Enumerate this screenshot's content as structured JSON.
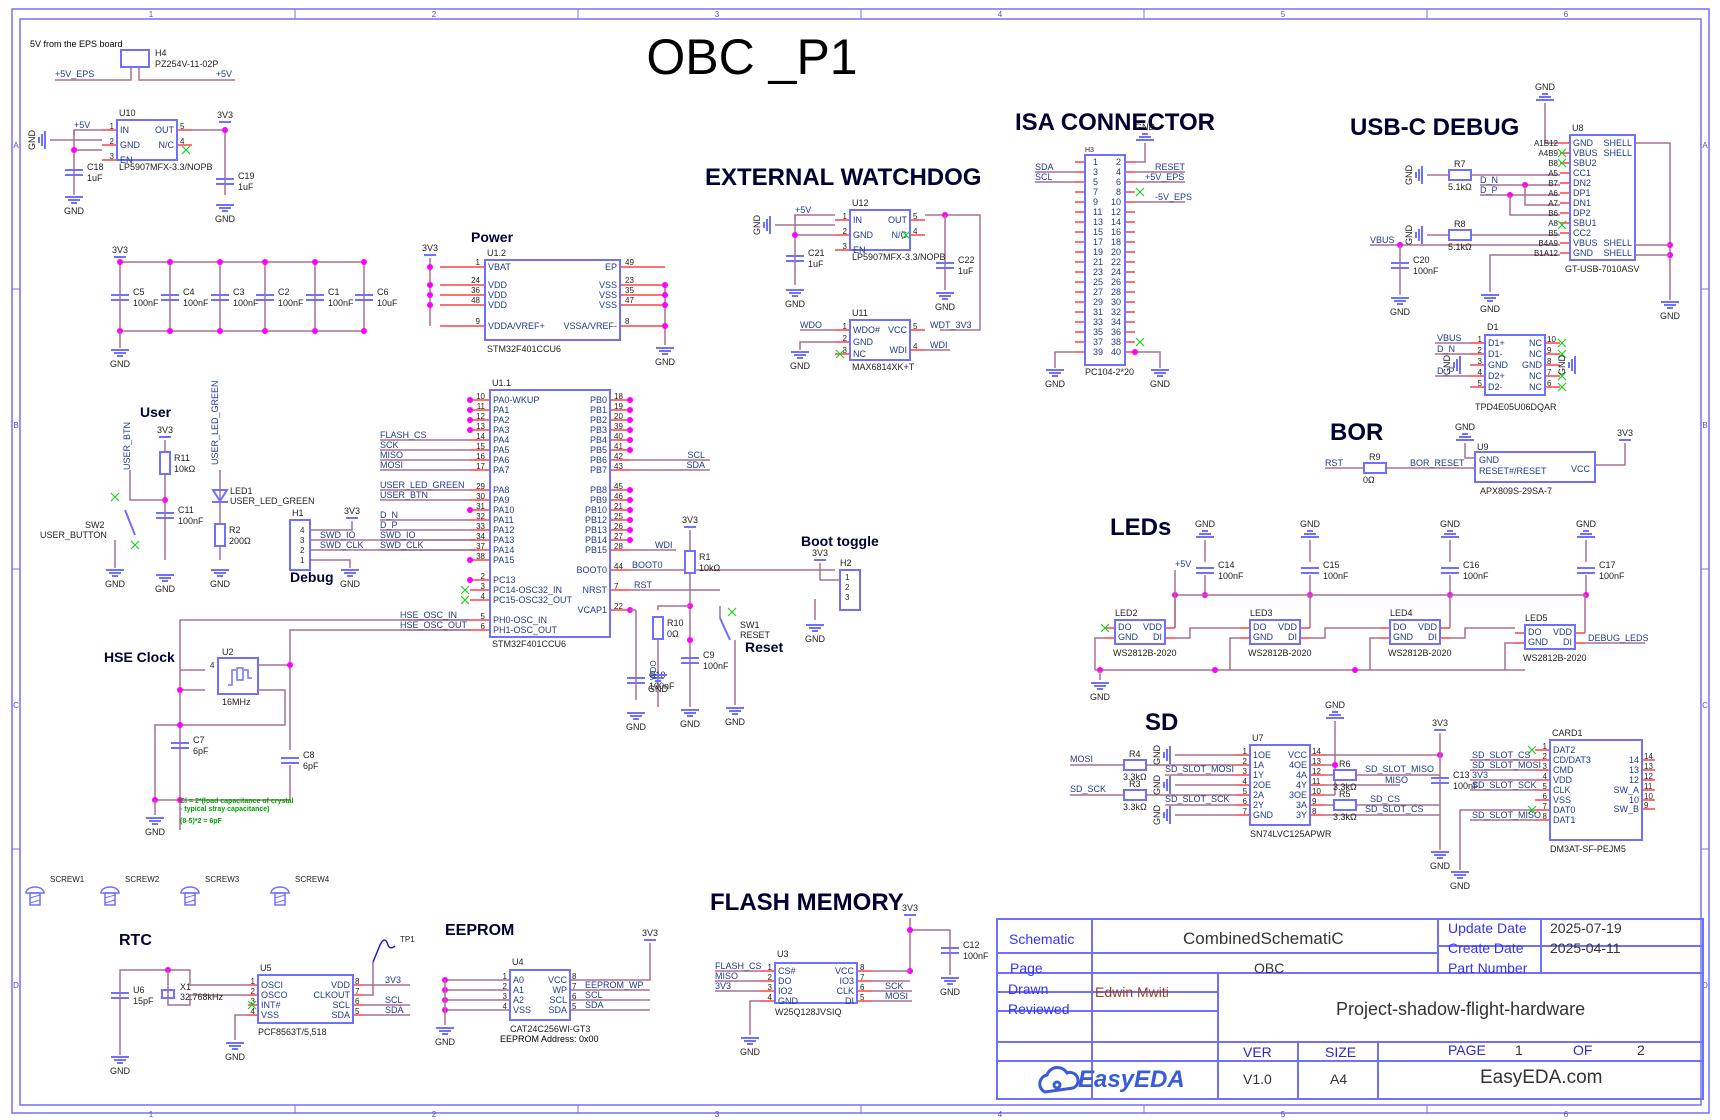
{
  "sheet": {
    "title": "OBC _P1",
    "col_markers": [
      "1",
      "2",
      "3",
      "4",
      "5",
      "6"
    ],
    "row_markers": [
      "A",
      "B",
      "C",
      "D"
    ],
    "colors": {
      "frame": "#7070ff",
      "wire": "#a87090",
      "pin": "#ff7070",
      "junction": "#ff00ff",
      "net_label": "#1f3a8a",
      "heading": "#000033",
      "note": "#00a000",
      "nc": "#22cc22"
    }
  },
  "sections": {
    "power_input": {
      "note": "5V from the EPS board",
      "connector_ref": "H4",
      "connector_part": "PZ254V-11-02P",
      "net_left": "+5V_EPS",
      "net_right": "+5V"
    },
    "ldo_main": {
      "ref": "U10",
      "part": "LP5907MFX-3.3/NOPB",
      "pins": [
        "IN",
        "GND",
        "EN",
        "OUT",
        "N/C"
      ],
      "in_net": "+5V",
      "out_net": "3V3",
      "caps": [
        {
          "ref": "C18",
          "value": "1uF"
        },
        {
          "ref": "C19",
          "value": "1uF"
        }
      ]
    },
    "decoupling": {
      "net": "3V3",
      "caps": [
        {
          "ref": "C5",
          "value": "100nF"
        },
        {
          "ref": "C4",
          "value": "100nF"
        },
        {
          "ref": "C3",
          "value": "100nF"
        },
        {
          "ref": "C2",
          "value": "100nF"
        },
        {
          "ref": "C1",
          "value": "100nF"
        },
        {
          "ref": "C6",
          "value": "10uF"
        }
      ]
    },
    "power": {
      "heading": "Power",
      "ref": "U1.2",
      "part": "STM32F401CCU6",
      "net": "3V3",
      "left_pins": [
        {
          "num": "1",
          "name": "VBAT"
        },
        {
          "num": "24",
          "name": "VDD"
        },
        {
          "num": "36",
          "name": "VDD"
        },
        {
          "num": "48",
          "name": "VDD"
        },
        {
          "num": "9",
          "name": "VDDA/VREF+"
        }
      ],
      "right_pins": [
        {
          "num": "49",
          "name": "EP"
        },
        {
          "num": "23",
          "name": "VSS"
        },
        {
          "num": "35",
          "name": "VSS"
        },
        {
          "num": "47",
          "name": "VSS"
        },
        {
          "num": "8",
          "name": "VSSA/VREF-"
        }
      ]
    },
    "mcu": {
      "ref": "U1.1",
      "part": "STM32F401CCU6",
      "left_pins": [
        {
          "num": "10",
          "name": "PA0-WKUP",
          "net": ""
        },
        {
          "num": "11",
          "name": "PA1",
          "net": ""
        },
        {
          "num": "12",
          "name": "PA2",
          "net": ""
        },
        {
          "num": "13",
          "name": "PA3",
          "net": ""
        },
        {
          "num": "14",
          "name": "PA4",
          "net": "FLASH_CS"
        },
        {
          "num": "15",
          "name": "PA5",
          "net": "SCK"
        },
        {
          "num": "16",
          "name": "PA6",
          "net": "MISO"
        },
        {
          "num": "17",
          "name": "PA7",
          "net": "MOSI"
        },
        {
          "num": "29",
          "name": "PA8",
          "net": "USER_LED_GREEN"
        },
        {
          "num": "30",
          "name": "PA9",
          "net": "USER_BTN"
        },
        {
          "num": "31",
          "name": "PA10",
          "net": ""
        },
        {
          "num": "32",
          "name": "PA11",
          "net": "D_N"
        },
        {
          "num": "33",
          "name": "PA12",
          "net": "D_P"
        },
        {
          "num": "34",
          "name": "PA13",
          "net": "SWD_IO"
        },
        {
          "num": "37",
          "name": "PA14",
          "net": "SWD_CLK"
        },
        {
          "num": "38",
          "name": "PA15",
          "net": ""
        },
        {
          "num": "2",
          "name": "PC13",
          "net": ""
        },
        {
          "num": "3",
          "name": "PC14-OSC32_IN",
          "net": ""
        },
        {
          "num": "4",
          "name": "PC15-OSC32_OUT",
          "net": ""
        },
        {
          "num": "5",
          "name": "PH0-OSC_IN",
          "net": "HSE_OSC_IN"
        },
        {
          "num": "6",
          "name": "PH1-OSC_OUT",
          "net": "HSE_OSC_OUT"
        }
      ],
      "right_pins": [
        {
          "num": "18",
          "name": "PB0",
          "net": ""
        },
        {
          "num": "19",
          "name": "PB1",
          "net": ""
        },
        {
          "num": "20",
          "name": "PB2",
          "net": ""
        },
        {
          "num": "39",
          "name": "PB3",
          "net": ""
        },
        {
          "num": "40",
          "name": "PB4",
          "net": ""
        },
        {
          "num": "41",
          "name": "PB5",
          "net": ""
        },
        {
          "num": "42",
          "name": "PB6",
          "net": "SCL"
        },
        {
          "num": "43",
          "name": "PB7",
          "net": "SDA"
        },
        {
          "num": "45",
          "name": "PB8",
          "net": ""
        },
        {
          "num": "46",
          "name": "PB9",
          "net": ""
        },
        {
          "num": "21",
          "name": "PB10",
          "net": ""
        },
        {
          "num": "25",
          "name": "PB12",
          "net": ""
        },
        {
          "num": "26",
          "name": "PB13",
          "net": ""
        },
        {
          "num": "27",
          "name": "PB14",
          "net": ""
        },
        {
          "num": "28",
          "name": "PB15",
          "net": "WDI"
        },
        {
          "num": "44",
          "name": "BOOT0",
          "net": "BOOT0"
        },
        {
          "num": "7",
          "name": "NRST",
          "net": "RST"
        },
        {
          "num": "22",
          "name": "VCAP1",
          "net": ""
        }
      ]
    },
    "user": {
      "heading": "User",
      "switch_ref": "SW2",
      "switch_name": "USER_BUTTON",
      "net_btn": "USER_BTN",
      "net_led": "USER_LED_GREEN",
      "r11": {
        "ref": "R11",
        "value": "10kΩ"
      },
      "c11": {
        "ref": "C11",
        "value": "100nF"
      },
      "led": {
        "ref": "LED1",
        "name": "USER_LED_GREEN"
      },
      "r2": {
        "ref": "R2",
        "value": "200Ω"
      },
      "supply": "3V3"
    },
    "debug": {
      "heading": "Debug",
      "ref": "H1",
      "nets": [
        "SWD_IO",
        "SWD_CLK"
      ],
      "supply": "3V3"
    },
    "boot": {
      "heading": "Boot toggle",
      "ref": "H2",
      "supply": "3V3",
      "net": "BOOT0"
    },
    "reset": {
      "heading": "Reset",
      "r1": {
        "ref": "R1",
        "value": "10kΩ"
      },
      "r10": {
        "ref": "R10",
        "value": "0Ω"
      },
      "c9": {
        "ref": "C9",
        "value": "100nF"
      },
      "c10": {
        "ref": "C10",
        "value": "100nF"
      },
      "switch_ref": "SW1",
      "switch_name": "RESET",
      "net": "RST",
      "wdo": "WDO",
      "supply": "3V3"
    },
    "hse": {
      "heading": "HSE Clock",
      "ref": "U2",
      "freq": "16MHz",
      "c7": {
        "ref": "C7",
        "value": "6pF"
      },
      "c8": {
        "ref": "C8",
        "value": "6pF"
      },
      "note1": "Cl = 2*(load capacitance of crystal",
      "note2": " - typical stray capacitance)",
      "note3": "(8-5)*2 = 6pF"
    },
    "watchdog": {
      "heading": "EXTERNAL WATCHDOG",
      "ldo_ref": "U12",
      "ldo_part": "LP5907MFX-3.3/NOPB",
      "in_net": "+5V",
      "c21": {
        "ref": "C21",
        "value": "1uF"
      },
      "c22": {
        "ref": "C22",
        "value": "1uF"
      },
      "wd_ref": "U11",
      "wd_part": "MAX6814XK+T",
      "wd_pins": [
        "WDO#",
        "GND",
        "NC",
        "VCC",
        "WDI"
      ],
      "nets": [
        "WDO",
        "WDT_3V3",
        "WDI"
      ]
    },
    "isa": {
      "heading": "ISA CONNECTOR",
      "ref": "H3",
      "part": "PC104-2*20",
      "nets_left": [
        "SDA",
        "SCL"
      ],
      "nets_right": [
        "RESET",
        "+5V_EPS",
        "-5V_EPS"
      ]
    },
    "usbc": {
      "heading": "USB-C DEBUG",
      "ref": "U8",
      "part": "GT-USB-7010ASV",
      "r7": {
        "ref": "R7",
        "value": "5.1kΩ"
      },
      "r8": {
        "ref": "R8",
        "value": "5.1kΩ"
      },
      "c20": {
        "ref": "C20",
        "value": "100nF"
      },
      "nets": [
        "D_N",
        "D_P",
        "VBUS"
      ],
      "pins": [
        "GND",
        "VBUS",
        "SBU2",
        "CC1",
        "DN2",
        "DP1",
        "DN1",
        "DP2",
        "SBU1",
        "CC2",
        "VBUS",
        "GND"
      ],
      "shell": [
        "SHELL",
        "SHELL",
        "SHELL",
        "SHELL"
      ],
      "pin_numbers": [
        "A1B12",
        "A4B9",
        "B8",
        "A5",
        "B7",
        "A6",
        "A7",
        "B6",
        "A8",
        "B5",
        "B4A9",
        "B1A12"
      ]
    },
    "tvs": {
      "ref": "D1",
      "part": "TPD4E05U06DQAR",
      "left_pins": [
        "D1+",
        "D1-",
        "GND",
        "D2+",
        "D2-"
      ],
      "right_pins": [
        "NC",
        "NC",
        "GND",
        "NC",
        "NC"
      ],
      "nets": [
        "VBUS",
        "D_N",
        "D_P"
      ]
    },
    "bor": {
      "heading": "BOR",
      "ref": "U9",
      "part": "APX809S-29SA-7",
      "r9": {
        "ref": "R9",
        "value": "0Ω"
      },
      "nets": [
        "RST",
        "BOR_RESET"
      ],
      "pins": [
        "GND",
        "RESET#/RESET",
        "VCC"
      ],
      "supply": "3V3"
    },
    "leds": {
      "heading": "LEDs",
      "supply": "+5V",
      "caps": [
        {
          "ref": "C14",
          "value": "100nF"
        },
        {
          "ref": "C15",
          "value": "100nF"
        },
        {
          "ref": "C16",
          "value": "100nF"
        },
        {
          "ref": "C17",
          "value": "100nF"
        }
      ],
      "parts": [
        {
          "ref": "LED2",
          "part": "WS2812B-2020"
        },
        {
          "ref": "LED3",
          "part": "WS2812B-2020"
        },
        {
          "ref": "LED4",
          "part": "WS2812B-2020"
        },
        {
          "ref": "LED5",
          "part": "WS2812B-2020"
        }
      ],
      "pins": [
        "DO",
        "GND",
        "VDD",
        "DI"
      ],
      "net": "DEBUG_LEDS"
    },
    "sd": {
      "heading": "SD",
      "buffer_ref": "U7",
      "buffer_part": "SN74LVC125APWR",
      "buffer_left": [
        "1OE",
        "1A",
        "1Y",
        "2OE",
        "2A",
        "2Y",
        "GND"
      ],
      "buffer_right": [
        "VCC",
        "4OE",
        "4A",
        "4Y",
        "3OE",
        "3A",
        "3Y"
      ],
      "r4": {
        "ref": "R4",
        "value": "3.3kΩ"
      },
      "r3": {
        "ref": "R3",
        "value": "3.3kΩ"
      },
      "r6": {
        "ref": "R6",
        "value": "3.3kΩ"
      },
      "r5": {
        "ref": "R5",
        "value": "3.3kΩ"
      },
      "c13": {
        "ref": "C13",
        "value": "100nF"
      },
      "nets": [
        "MOSI",
        "SD_SCK",
        "SD_SLOT_MOSI",
        "SD_SLOT_SCK",
        "SD_SLOT_MISO",
        "MISO",
        "SD_CS",
        "SD_SLOT_CS"
      ],
      "card_ref": "CARD1",
      "card_part": "DM3AT-SF-PEJM5",
      "card_left": [
        "DAT2",
        "CD/DAT3",
        "CMD",
        "VDD",
        "CLK",
        "VSS",
        "DAT0",
        "DAT1"
      ],
      "card_right": [
        "14",
        "13",
        "12",
        "SW_A",
        "10",
        "SW_B"
      ],
      "card_nets": [
        "SD_SLOT_CS",
        "SD_SLOT_MOSI",
        "3V3",
        "SD_SLOT_SCK",
        "SD_SLOT_MISO"
      ],
      "supply": "3V3"
    },
    "screws": [
      "SCREW1",
      "SCREW2",
      "SCREW3",
      "SCREW4"
    ],
    "rtc": {
      "heading": "RTC",
      "ref": "U5",
      "part": "PCF8563T/5,518",
      "crystal": {
        "ref": "X1",
        "value": "32.768kHz"
      },
      "cap": {
        "ref": "U6",
        "value": "15pF"
      },
      "tp": "TP1",
      "pins_left": [
        "OSCI",
        "OSCO",
        "INT#",
        "VSS"
      ],
      "pins_right": [
        "VDD",
        "CLKOUT",
        "SCL",
        "SDA"
      ],
      "nets": [
        "3V3",
        "SCL",
        "SDA"
      ]
    },
    "eeprom": {
      "heading": "EEPROM",
      "ref": "U4",
      "part": "CAT24C256WI-GT3",
      "address": "EEPROM Address: 0x00",
      "pins_left": [
        "A0",
        "A1",
        "A2",
        "VSS"
      ],
      "pins_right": [
        "VCC",
        "WP",
        "SCL",
        "SDA"
      ],
      "nets": [
        "EEPROM_WP",
        "SCL",
        "SDA"
      ],
      "supply": "3V3"
    },
    "flash": {
      "heading": "FLASH MEMORY",
      "ref": "U3",
      "part": "W25Q128JVSIQ",
      "pins_left": [
        "CS#",
        "DO",
        "IO2",
        "GND"
      ],
      "pins_right": [
        "VCC",
        "IO3",
        "CLK",
        "DI"
      ],
      "nets_left": [
        "FLASH_CS",
        "MISO",
        "3V3"
      ],
      "nets_right": [
        "SCK",
        "MOSI"
      ],
      "cap": {
        "ref": "C12",
        "value": "100nF"
      },
      "supply": "3V3"
    },
    "gnd_label": "GND"
  },
  "title_block": {
    "schematic_label": "Schematic",
    "schematic_value": "CombinedSchematiC",
    "update_label": "Update Date",
    "update_value": "2025-07-19",
    "create_label": "Create Date",
    "create_value": "2025-04-11",
    "page_label": "Page",
    "page_value": "OBC",
    "part_label": "Part Number",
    "part_value": "",
    "drawn_label": "Drawn",
    "drawn_value": "Edwin Mwiti",
    "reviewed_label": "Reviewed",
    "reviewed_value": "",
    "project": "Project-shadow-flight-hardware",
    "ver_label": "VER",
    "ver_value": "V1.0",
    "size_label": "SIZE",
    "size_value": "A4",
    "page_num_label": "PAGE",
    "page_num": "1",
    "of_label": "OF",
    "page_total": "2",
    "logo": "EasyEDA",
    "site": "EasyEDA.com"
  }
}
